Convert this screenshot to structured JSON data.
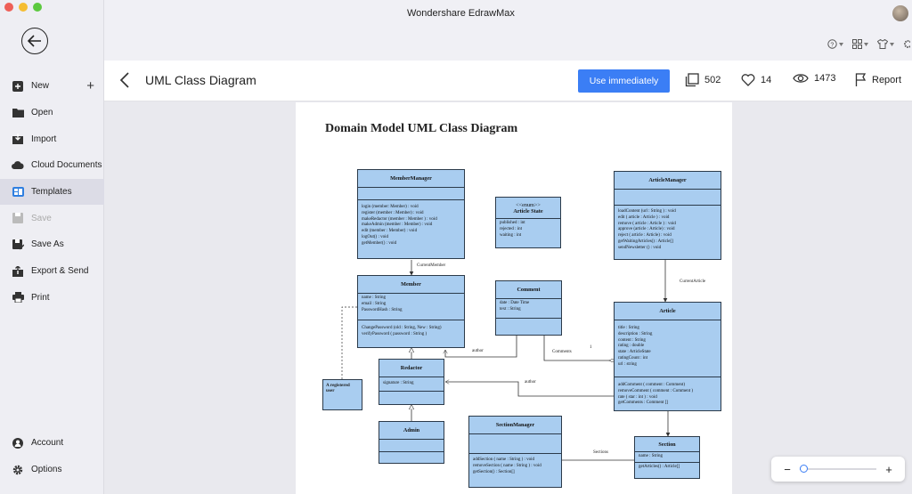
{
  "window": {
    "title": "Wondershare EdrawMax"
  },
  "sidebar": {
    "items": [
      {
        "label": "New",
        "icon": "plus-square-icon"
      },
      {
        "label": "Open",
        "icon": "folder-icon"
      },
      {
        "label": "Import",
        "icon": "import-icon"
      },
      {
        "label": "Cloud Documents",
        "icon": "cloud-icon"
      },
      {
        "label": "Templates",
        "icon": "templates-icon"
      },
      {
        "label": "Save",
        "icon": "save-icon"
      },
      {
        "label": "Save As",
        "icon": "save-as-icon"
      },
      {
        "label": "Export & Send",
        "icon": "export-icon"
      },
      {
        "label": "Print",
        "icon": "printer-icon"
      }
    ],
    "bottom": [
      {
        "label": "Account",
        "icon": "account-icon"
      },
      {
        "label": "Options",
        "icon": "gear-icon"
      }
    ]
  },
  "header": {
    "title": "UML Class Diagram",
    "use_button": "Use immediately",
    "duplicates": "502",
    "likes": "14",
    "views": "1473",
    "report": "Report"
  },
  "diagram": {
    "title": "Domain Model UML Class Diagram",
    "classes": {
      "member_manager": {
        "name": "MemberManager",
        "methods": [
          "login (member: Member) : void",
          "register (member : Member) : void",
          "makeRedactor (member : Member ) : void",
          "makeAdmin (member : Member) : void",
          "edit (member : Member) : void",
          "logOut() : void",
          "getMember() : void"
        ]
      },
      "article_state": {
        "stereotype": "<<enum>>",
        "name": "Article State",
        "values": [
          "published : int",
          "rejected : int",
          "waiting : int"
        ]
      },
      "article_manager": {
        "name": "ArticleManager",
        "methods": [
          "loadContent (url : String ) : void",
          "edit ( article : Article ) : void",
          "remove ( article : Article ) : void",
          "approve (article : Article) : void",
          "reject ( article : Article) : void",
          "getWaitingArticles() : Article[]",
          "sendNewsletter () : void"
        ]
      },
      "member": {
        "name": "Member",
        "attributes": [
          "name : String",
          "email : String",
          "PasswordHash : String"
        ],
        "methods": [
          "ChangePassword (old : String, New : String)",
          "verifyPassword ( password : String )"
        ]
      },
      "comment": {
        "name": "Comment",
        "attributes": [
          "date : Date Time",
          "text : String"
        ]
      },
      "article": {
        "name": "Article",
        "attributes": [
          "title : String",
          "description : String",
          "content : String",
          "rating : double",
          "state : ArticleState",
          "ratingCount : int",
          "url : string"
        ],
        "methods": [
          "addComment ( comment : Comment)",
          "removeComment ( comment : Comment )",
          "rate ( star : int ) : void",
          "getComments : Comment []"
        ]
      },
      "redactor": {
        "name": "Redactor",
        "attributes": [
          "signature : String"
        ]
      },
      "admin": {
        "name": "Admin"
      },
      "section_manager": {
        "name": "SectionManager",
        "methods": [
          "addSection ( name : String ) : void",
          "removeSection ( name : String ) : void",
          "getSection() : Section[]"
        ]
      },
      "section": {
        "name": "Section",
        "attributes": [
          "name : String"
        ],
        "methods": [
          "getArticles() : Article[]"
        ]
      }
    },
    "note": "A registered user",
    "labels": {
      "current_member": "CurrentMember",
      "current_article": "CurrentArticle",
      "author1": "author",
      "author2": "author",
      "comments": "Comments",
      "mult": "1",
      "sections": "Sections"
    }
  },
  "zoom": {
    "level": 0.05
  }
}
